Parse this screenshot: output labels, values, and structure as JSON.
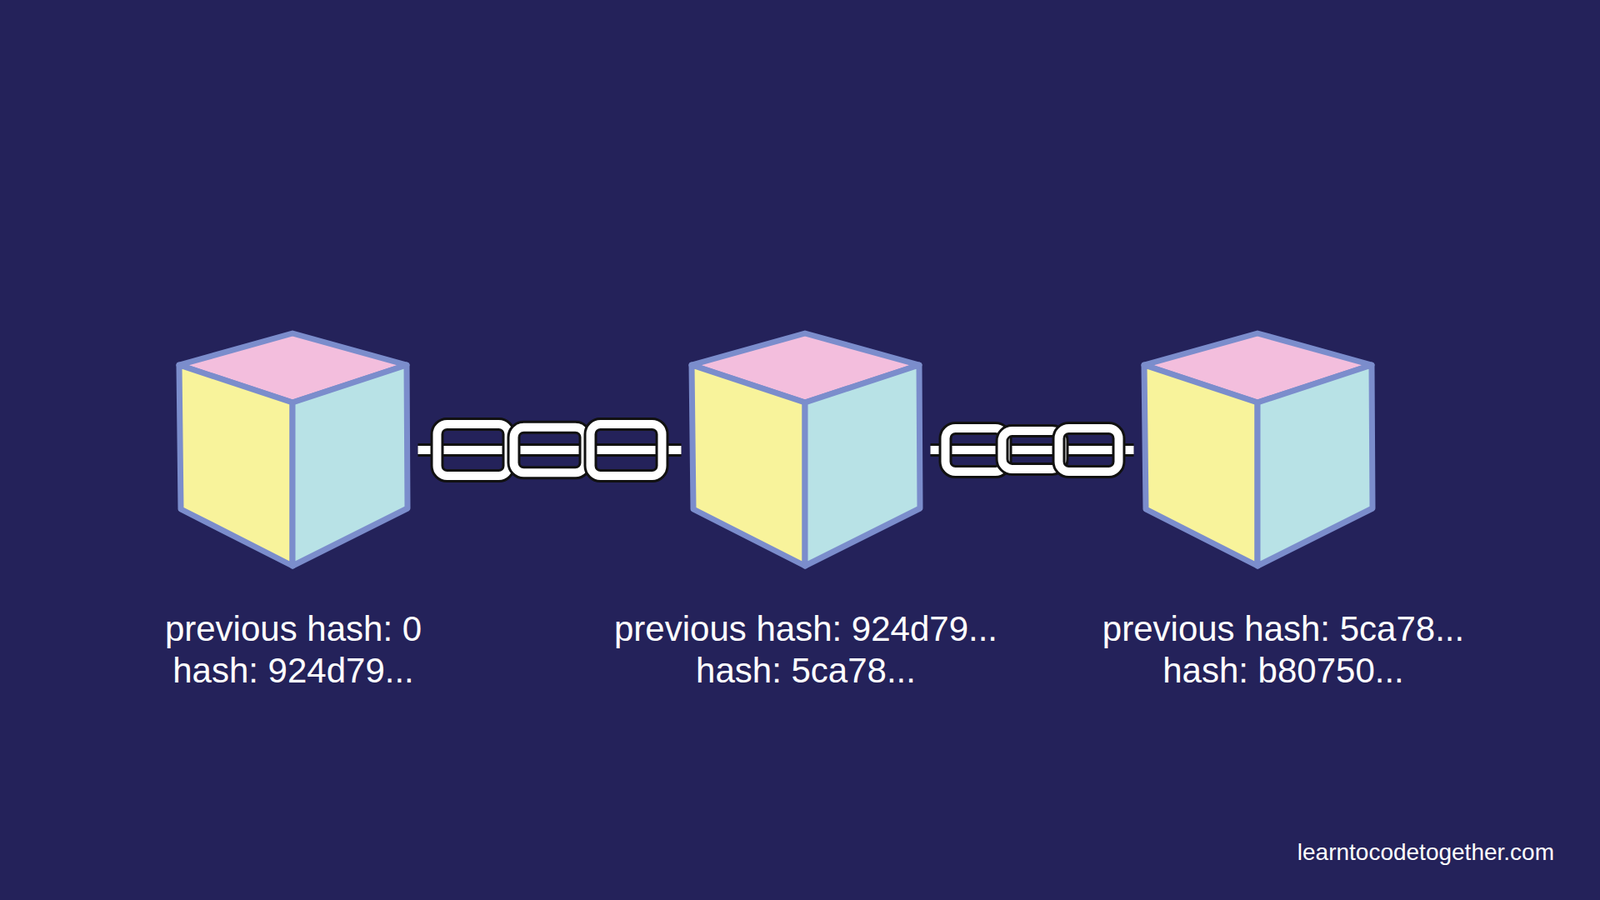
{
  "diagram": {
    "nodes": [
      {
        "text": [
          "previous hash: 0",
          "hash: 924d79..."
        ]
      },
      {
        "text": [
          "previous hash: 924d79...",
          "hash: 5ca78..."
        ]
      },
      {
        "text": [
          "previous hash: 5ca78...",
          "hash: b80750..."
        ]
      }
    ],
    "edges": [
      {
        "from": 0,
        "to": 1,
        "arrow": "none"
      },
      {
        "from": 1,
        "to": 2,
        "arrow": "none"
      }
    ],
    "labels": [
      "learntocodetogether.com"
    ]
  }
}
